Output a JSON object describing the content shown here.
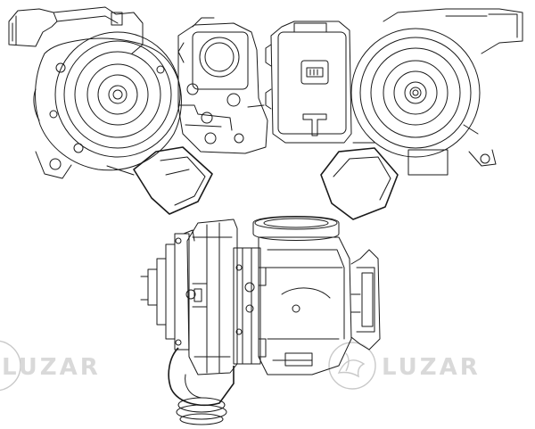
{
  "watermark": {
    "brand": "LUZAR"
  },
  "colors": {
    "line": "#1a1a1a",
    "background": "#ffffff",
    "watermark": "#d0d0d0"
  },
  "views": [
    {
      "name": "turbocharger-front-view"
    },
    {
      "name": "turbocharger-rear-view"
    },
    {
      "name": "turbocharger-side-view"
    }
  ]
}
